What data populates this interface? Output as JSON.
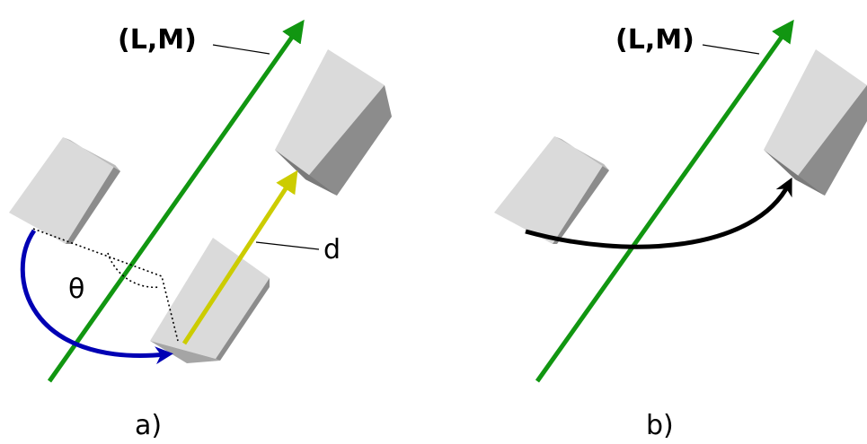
{
  "panel_a": {
    "axis_label": "(L,M)",
    "angle_label": "θ",
    "translation_label": "d",
    "caption": "a)"
  },
  "panel_b": {
    "axis_label": "(L,M)",
    "caption": "b)"
  },
  "colors": {
    "axis": "#119611",
    "rotation_arrow": "#0000b4",
    "translation_arrow": "#cccc00",
    "screw_arrow": "#000000",
    "box_front": "#dadada",
    "box_side": "#8c8c8c",
    "box_top": "#bdbdbd"
  }
}
